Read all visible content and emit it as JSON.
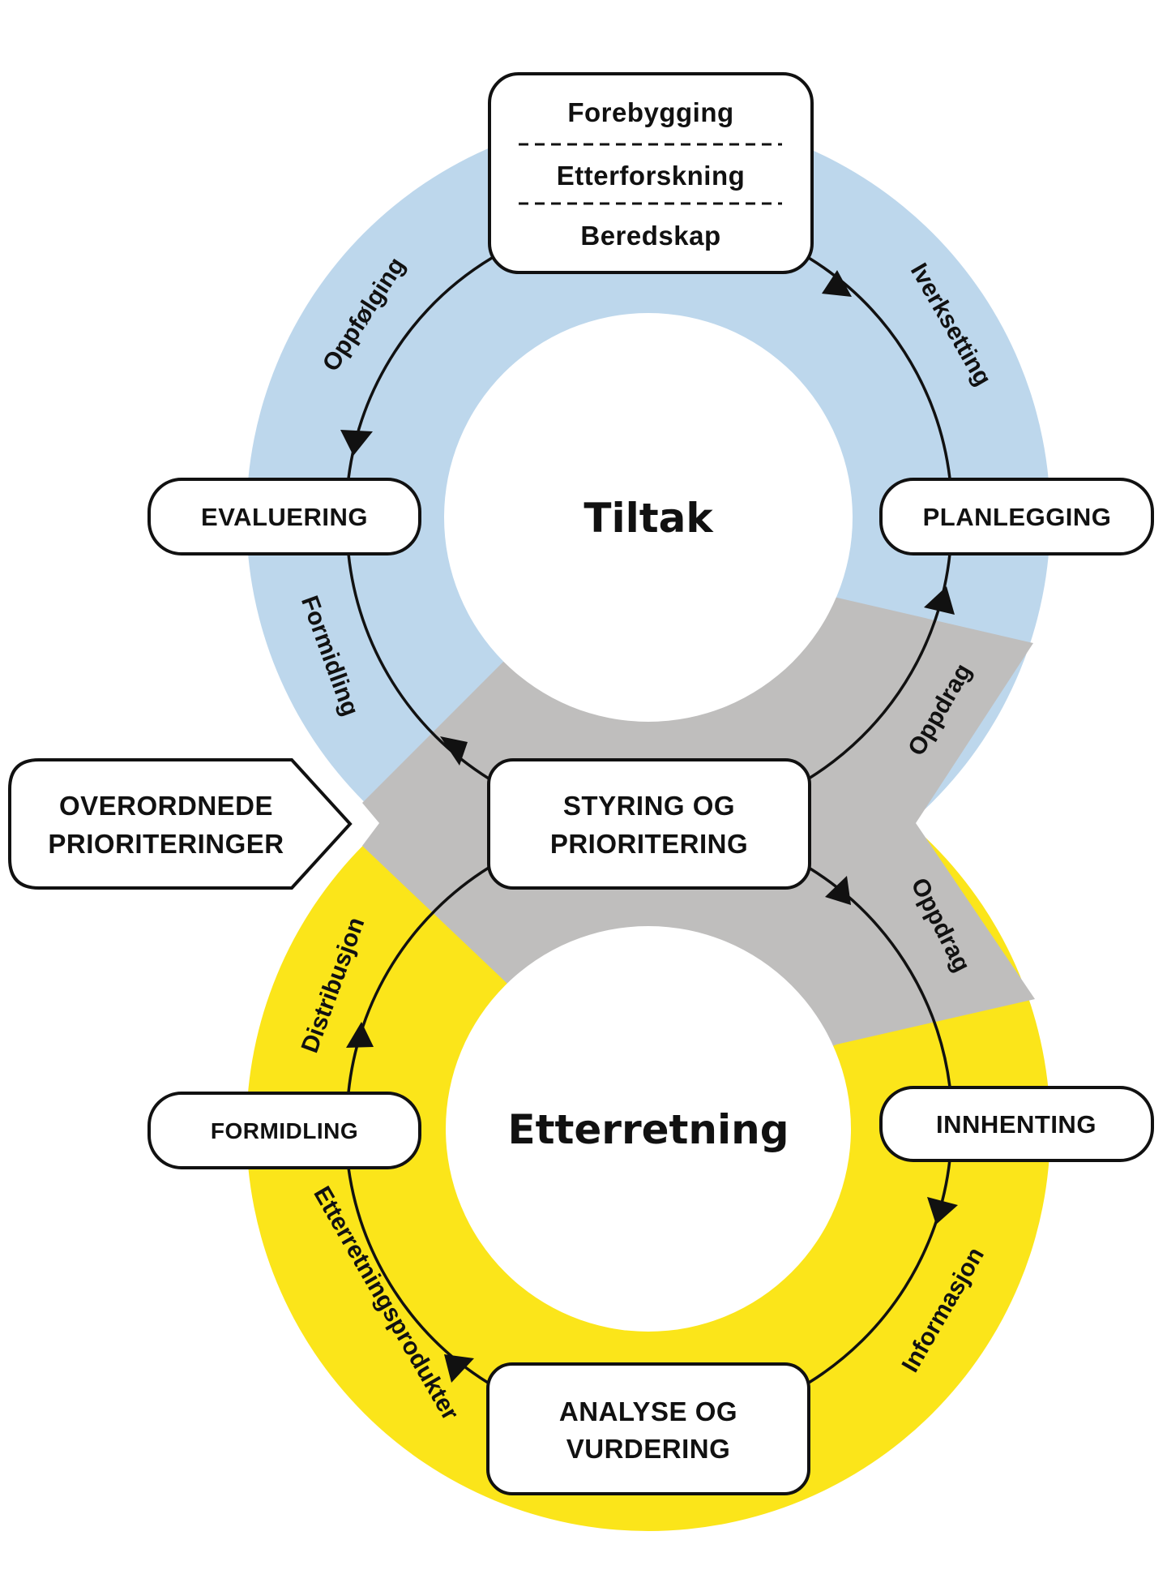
{
  "colors": {
    "tiltak_band": "#BDD7EC",
    "shared_band": "#BFBEBD",
    "etterretning_band": "#FBE51A",
    "node_fill": "#FFFFFF",
    "stroke": "#111111"
  },
  "cycles": {
    "upper": {
      "title": "Tiltak",
      "top_box_lines": [
        "Forebygging",
        "Etterforskning",
        "Beredskap"
      ]
    },
    "lower": {
      "title": "Etterretning"
    }
  },
  "nodes": {
    "evaluering": "EVALUERING",
    "planlegging": "PLANLEGGING",
    "styring": [
      "STYRING OG",
      "PRIORITERING"
    ],
    "formidling": "FORMIDLING",
    "innhenting": "INNHENTING",
    "analyse": [
      "ANALYSE OG",
      "VURDERING"
    ],
    "overordnede": [
      "OVERORDNEDE",
      "PRIORITERINGER"
    ]
  },
  "flow_labels": {
    "oppfolging": "Oppfølging",
    "iverksetting": "Iverksetting",
    "formidling": "Formidling",
    "oppdrag_upper": "Oppdrag",
    "oppdrag_lower": "Oppdrag",
    "distribusjon": "Distribusjon",
    "etterretningsprodukter": "Etterretningsprodukter",
    "informasjon": "Informasjon"
  }
}
